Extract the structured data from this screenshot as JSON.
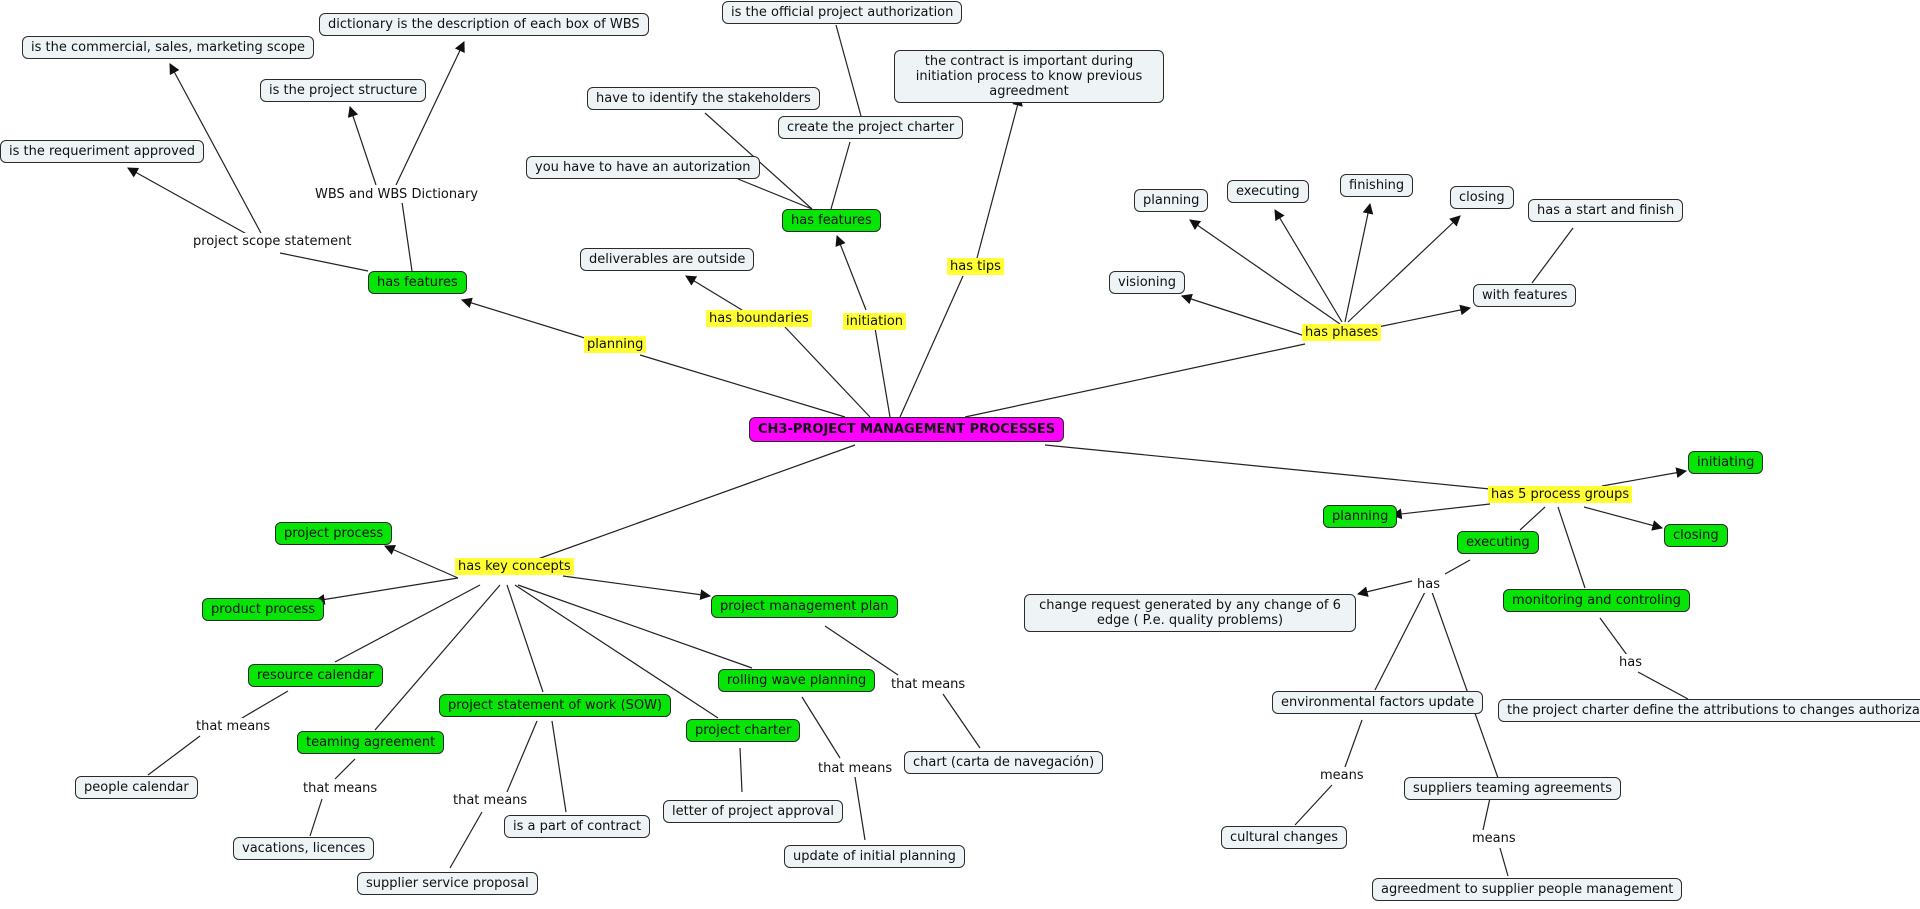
{
  "root": "CH3-PROJECT MANAGEMENT PROCESSES",
  "planning_branch": {
    "link": "planning",
    "node": "has features",
    "scope_statement": "project scope statement",
    "commercial_scope": "is the commercial, sales, marketing scope",
    "requirement_approved": "is the requeriment approved",
    "wbs": "WBS and WBS Dictionary",
    "project_structure": "is the project structure",
    "dictionary_desc": "dictionary is the description of each box of WBS"
  },
  "boundaries_branch": {
    "link": "has boundaries",
    "node": "deliverables are outside"
  },
  "initiation_branch": {
    "link": "initiation",
    "node": "has features",
    "authorization": "you have to have an autorization",
    "stakeholders": "have to identify the stakeholders",
    "charter": "create the project charter",
    "official": "is the official project authorization"
  },
  "tips_branch": {
    "link": "has tips",
    "node": "the contract is important during initiation process to know previous agreedment"
  },
  "phases_branch": {
    "link": "has phases",
    "planning": "planning",
    "executing": "executing",
    "finishing": "finishing",
    "closing": "closing",
    "visioning": "visioning",
    "with_features": "with features",
    "start_finish": "has a start and finish"
  },
  "process_groups_branch": {
    "link": "has 5 process groups",
    "initiating": "initiating",
    "planning": "planning",
    "executing": "executing",
    "closing": "closing",
    "monitoring": "monitoring and controling",
    "has_exec": "has",
    "change_request": "change request generated by any change of 6 edge ( P.e. quality problems)",
    "env_factors": "environmental factors update",
    "means1": "means",
    "cultural": "cultural changes",
    "suppliers": "suppliers teaming agreements",
    "means2": "means",
    "supplier_mgmt": "agreedment to supplier people management",
    "has_mon": "has",
    "charter_define": "the project charter define the attributions to changes authorization"
  },
  "concepts_branch": {
    "link": "has key concepts",
    "project_process": "project process",
    "product_process": "product process",
    "pm_plan": "project management plan",
    "resource_calendar": "resource calendar",
    "that_means_rc": "that means",
    "people_calendar": "people calendar",
    "teaming": "teaming agreement",
    "that_means_ta": "that means",
    "vacations": "vacations, licences",
    "sow": "project statement of work (SOW)",
    "that_means_sow": "that means",
    "supplier_proposal": "supplier service proposal",
    "part_contract": "is a part of contract",
    "charter": "project charter",
    "letter": "letter of project approval",
    "rolling": "rolling wave planning",
    "that_means_rw": "that means",
    "update_planning": "update of initial planning",
    "that_means_pm": "that means",
    "chart": "chart (carta de navegación)"
  },
  "colors": {
    "root": "#ff00ff",
    "concept": "#07e507",
    "link_label": "#ffff33",
    "leaf": "#eef4f5",
    "line": "#222222"
  }
}
